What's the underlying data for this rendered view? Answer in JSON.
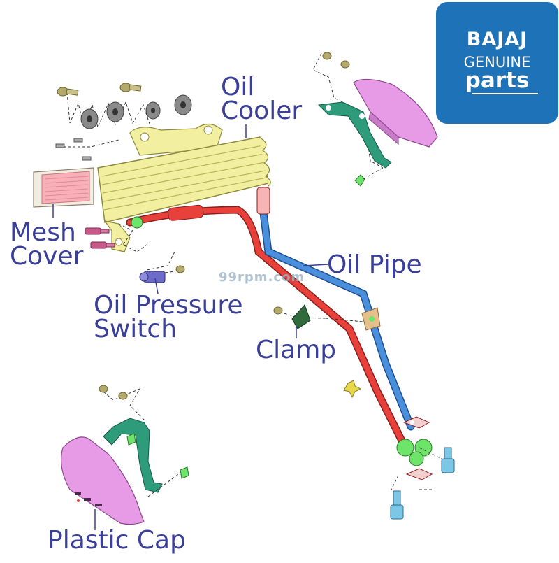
{
  "logo": {
    "brand": "BAJAJ",
    "line1": "GENUINE",
    "line2": "parts"
  },
  "watermark": "99rpm.com",
  "labels": {
    "oil_cooler": [
      "Oil",
      "Cooler"
    ],
    "mesh_cover": [
      "Mesh",
      "Cover"
    ],
    "oil_pipe": "Oil Pipe",
    "oil_pressure_switch": [
      "Oil Pressure",
      "Switch"
    ],
    "clamp": "Clamp",
    "plastic_cap": "Plastic Cap"
  },
  "colors": {
    "label": "#3a3f9a",
    "logo_bg": "#1e73b8",
    "cooler": "#f2f0a0",
    "mesh": "#f7b0b8",
    "pipe_red": "#e8413c",
    "pipe_blue": "#4a8fdc",
    "cover": "#e79ae6",
    "bracket": "#2e9c7a",
    "washer": "#8a8a8a",
    "bolt": "#b3a96a",
    "screw_blue": "#7cc7e6",
    "fitting": "#6ee46a"
  }
}
